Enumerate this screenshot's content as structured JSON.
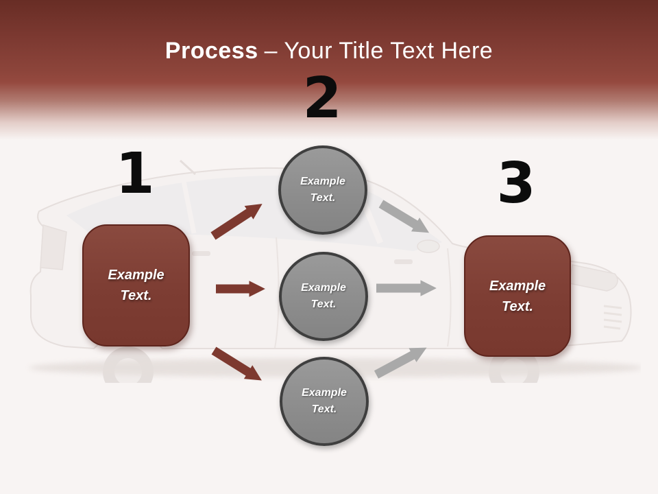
{
  "title": {
    "bold": "Process",
    "rest": "– Your Title Text Here"
  },
  "numbers": {
    "n1": "1",
    "n2": "2",
    "n3": "3"
  },
  "left_box": {
    "line1": "Example",
    "line2": "Text."
  },
  "right_box": {
    "line1": "Example",
    "line2": "Text."
  },
  "circle_top": {
    "line1": "Example",
    "line2": "Text."
  },
  "circle_middle": {
    "line1": "Example",
    "line2": "Text."
  },
  "circle_bottom": {
    "line1": "Example",
    "line2": "Text."
  },
  "icons": {
    "background_image": "white-car-side-view",
    "arrows_left": "red-arrow-icon",
    "arrows_right": "gray-arrow-icon"
  },
  "colors": {
    "header_maroon_dark": "#682d25",
    "header_maroon": "#95493f",
    "background": "#f8f4f3",
    "box_fill": "#7d3d33",
    "box_border": "#5e251d",
    "circle_fill": "#8c8c8c",
    "circle_border": "#3f3f3f",
    "arrow_red": "#7d392f",
    "arrow_gray": "#a9a9a9",
    "number_color": "#0c0c0c",
    "title_color": "#ffffff"
  }
}
